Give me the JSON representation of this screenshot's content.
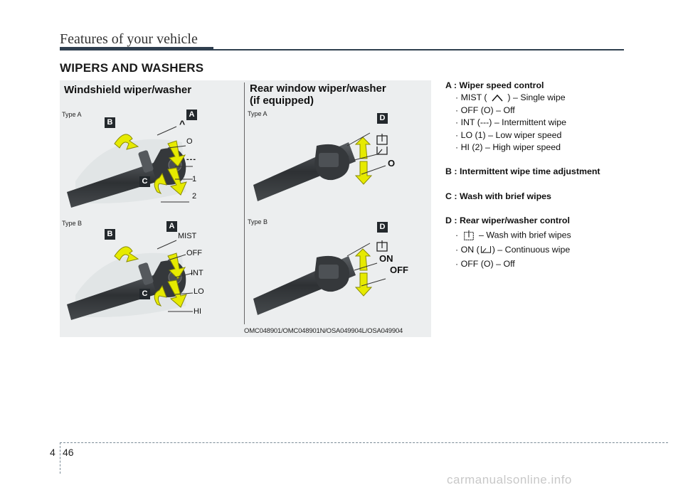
{
  "header": {
    "title": "Features of your vehicle"
  },
  "section": {
    "title": "WIPERS AND WASHERS"
  },
  "figure": {
    "windshield_heading": "Windshield wiper/washer",
    "rear_heading_line1": "Rear window wiper/washer",
    "rear_heading_line2": "(if equipped)",
    "type_a": "Type A",
    "type_b": "Type B",
    "caption": "OMC048901/OMC048901N/OSA049904L/OSA049904",
    "badges": {
      "a": "A",
      "b": "B",
      "c": "C",
      "d": "D"
    },
    "ws_type_a_positions": [
      "^",
      "O",
      "---",
      "1",
      "2"
    ],
    "ws_type_b_positions": [
      "MIST",
      "OFF",
      "INT",
      "LO",
      "HI"
    ],
    "rear_type_a_positions": [
      "O"
    ],
    "rear_type_b_positions": [
      "ON",
      "OFF"
    ],
    "colors": {
      "arrow": "#e6ea00",
      "lever": "#3c3f42",
      "badge": "#23282c",
      "panel": "#eceeef"
    }
  },
  "description": {
    "a_title": "A : Wiper speed control",
    "a_mist_pre": "· MIST (",
    "a_mist_post": ") – Single wipe",
    "a_off": "· OFF (O) – Off",
    "a_int": "· INT (---) – Intermittent wipe",
    "a_lo": "· LO (1) – Low wiper speed",
    "a_hi": "· HI (2) – High wiper speed",
    "b_title": "B : Intermittent wipe time adjustment",
    "c_title": "C : Wash with brief wipes",
    "d_title": "D : Rear wiper/washer control",
    "d_wash_pre": "·",
    "d_wash_post": "– Wash with brief wipes",
    "d_on_pre": "· ON (",
    "d_on_post": ") – Continuous wipe",
    "d_off": "· OFF (O) – Off"
  },
  "footer": {
    "chapter": "4",
    "page": "46"
  },
  "watermark": "carmanualsonline.info"
}
